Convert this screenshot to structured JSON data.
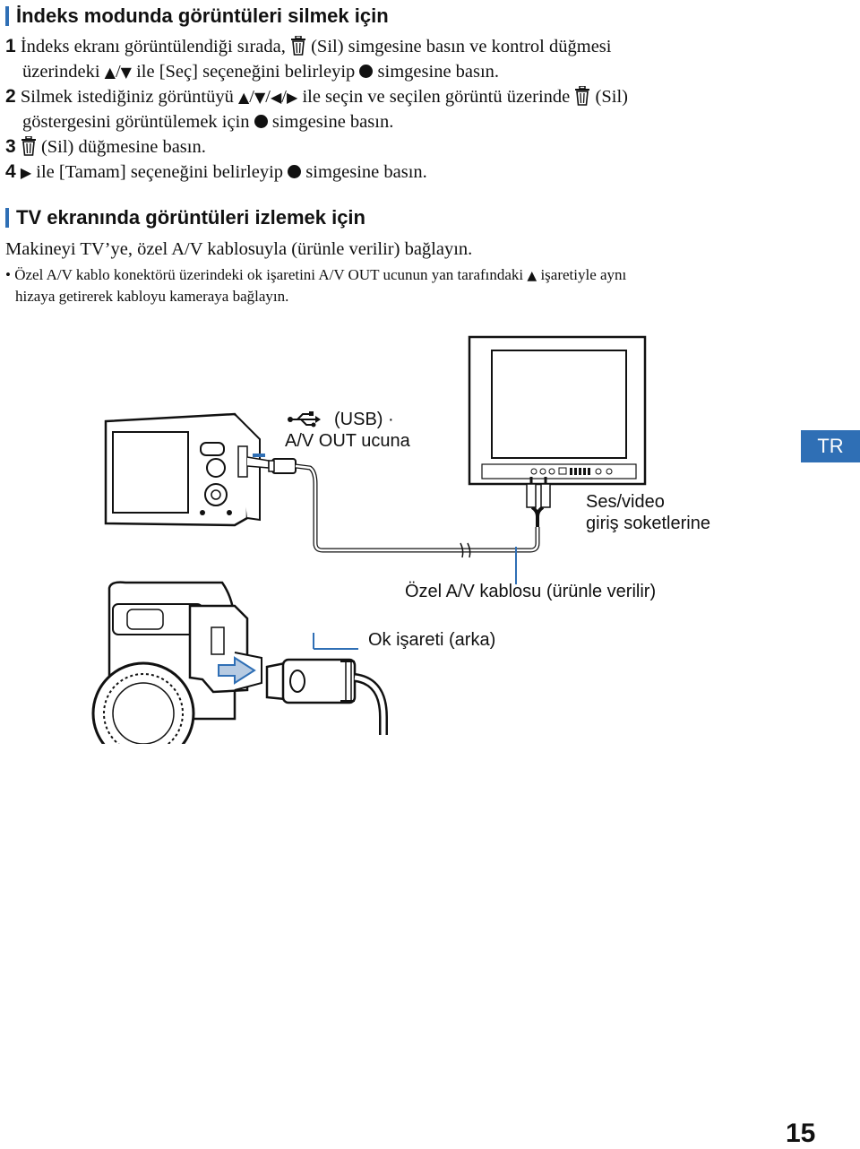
{
  "section1": {
    "heading": "İndeks modunda görüntüleri silmek için",
    "steps": [
      {
        "num": "1",
        "a": "İndeks ekranı görüntülendiği sırada,",
        "b": "(Sil) simgesine basın ve kontrol düğmesi",
        "line2a": "üzerindeki",
        "line2b": "/",
        "line2c": "ile [Seç] seçeneğini belirleyip",
        "line2d": "simgesine basın."
      },
      {
        "num": "2",
        "a": "Silmek istediğiniz görüntüyü",
        "b": "ile seçin ve seçilen görüntü üzerinde",
        "c": "(Sil)",
        "line2a": "göstergesini görüntülemek için",
        "line2b": "simgesine basın."
      },
      {
        "num": "3",
        "a": "(Sil) düğmesine basın."
      },
      {
        "num": "4",
        "a": "ile [Tamam] seçeneğini belirleyip",
        "b": "simgesine basın."
      }
    ]
  },
  "section2": {
    "heading": "TV ekranında görüntüleri izlemek için",
    "paragraph": "Makineyi TV’ye, özel A/V kablosuyla (ürünle verilir) bağlayın.",
    "note_line1": "Özel A/V kablo konektörü üzerindeki ok işaretini A/V OUT ucunun yan tarafındaki",
    "note_line1b": "işaretiyle aynı",
    "note_line2": "hizaya getirerek kabloyu kameraya bağlayın."
  },
  "diagram": {
    "usb_label": "(USB) ·",
    "avout_label": "A/V OUT ucuna",
    "jack_label_1": "Ses/video",
    "jack_label_2": "giriş soketlerine",
    "cable_label": "Özel A/V kablosu (ürünle verilir)",
    "arrow_label": "Ok işareti (arka)"
  },
  "side_tab": "TR",
  "page_number": "15",
  "glyphs": {
    "up": "▲",
    "down": "▼",
    "left": "◀",
    "right": "▶",
    "bullet": "•"
  },
  "colors": {
    "accent": "#2f6fb5"
  }
}
